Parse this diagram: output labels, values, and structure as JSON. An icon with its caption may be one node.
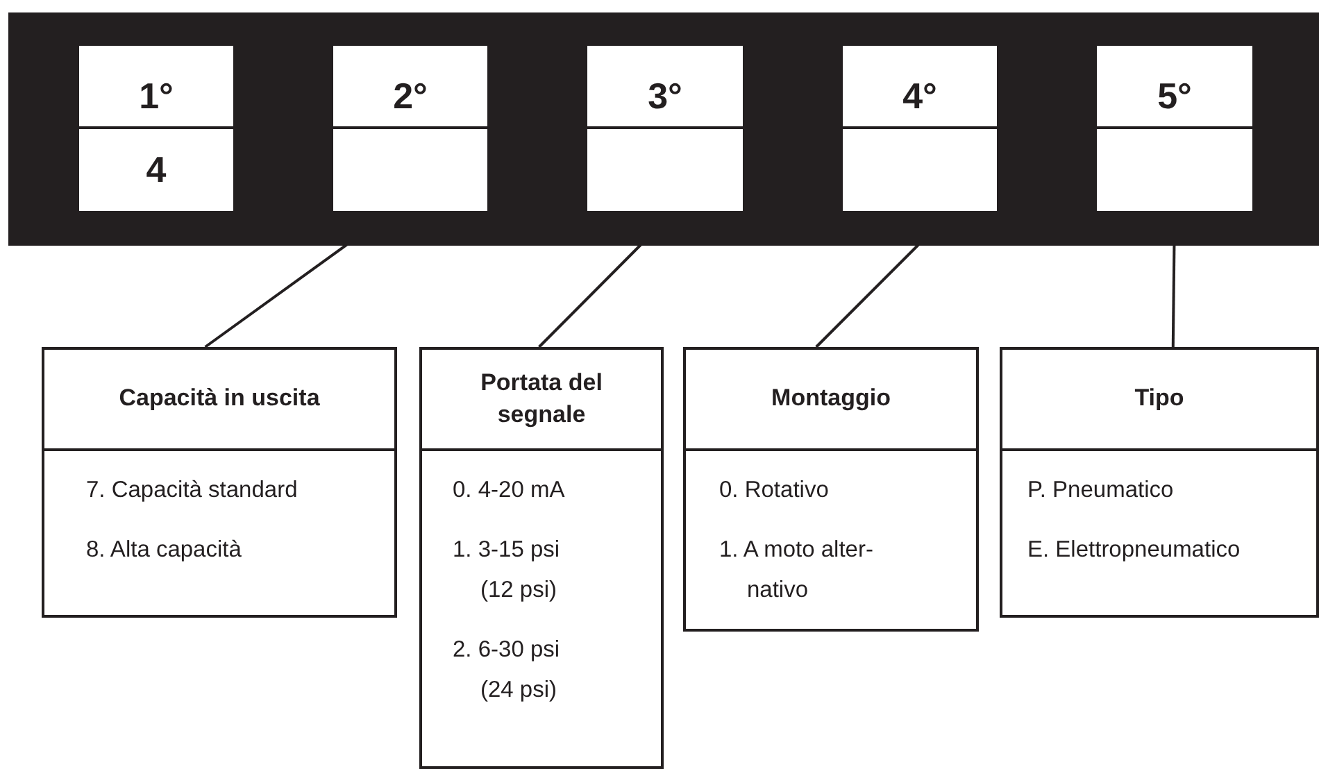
{
  "diagram": {
    "nodes": [
      {
        "text": [],
        "shape": "bar"
      },
      {
        "text": [
          "1°",
          "4"
        ],
        "in": 0
      },
      {
        "text": [
          "2°"
        ],
        "in": 0
      },
      {
        "text": [
          "3°"
        ],
        "in": 0
      },
      {
        "text": [
          "4°"
        ],
        "in": 0
      },
      {
        "text": [
          "5°"
        ],
        "in": 0
      },
      {
        "text": [
          "Capacità in uscita",
          "7. Capacità standard",
          "8. Alta capacità"
        ]
      },
      {
        "text": [
          "Portata del segnale",
          "0. 4-20 mA",
          "1. 3-15 psi (12 psi)",
          "2. 6-30 psi (24 psi)"
        ]
      },
      {
        "text": [
          "Montaggio",
          "0. Rotativo",
          "1. A moto alter-nativo"
        ]
      },
      {
        "text": [
          "Tipo",
          "P. Pneumatico",
          "E. Elettropneumatico"
        ]
      }
    ],
    "edges": [
      {
        "from": 2,
        "to": 6,
        "arrow": "none"
      },
      {
        "from": 3,
        "to": 7,
        "arrow": "none"
      },
      {
        "from": 4,
        "to": 8,
        "arrow": "none"
      },
      {
        "from": 5,
        "to": 9,
        "arrow": "none"
      }
    ]
  }
}
